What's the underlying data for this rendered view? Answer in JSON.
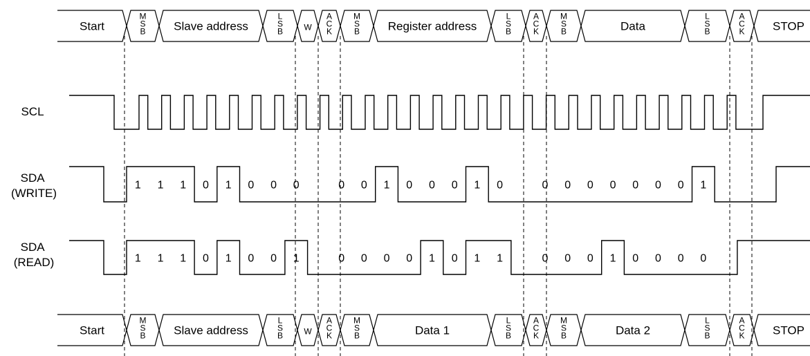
{
  "top_frame": [
    {
      "label": "Start",
      "kind": "text"
    },
    {
      "label": "MSB",
      "kind": "stack"
    },
    {
      "label": "Slave address",
      "kind": "text"
    },
    {
      "label": "LSB",
      "kind": "stack"
    },
    {
      "label": "W",
      "kind": "small"
    },
    {
      "label": "ACK",
      "kind": "stack"
    },
    {
      "label": "MSB",
      "kind": "stack"
    },
    {
      "label": "Register address",
      "kind": "text"
    },
    {
      "label": "LSB",
      "kind": "stack"
    },
    {
      "label": "ACK",
      "kind": "stack"
    },
    {
      "label": "MSB",
      "kind": "stack"
    },
    {
      "label": "Data",
      "kind": "text"
    },
    {
      "label": "LSB",
      "kind": "stack"
    },
    {
      "label": "ACK",
      "kind": "stack"
    },
    {
      "label": "STOP",
      "kind": "text"
    }
  ],
  "bottom_frame": [
    {
      "label": "Start",
      "kind": "text"
    },
    {
      "label": "MSB",
      "kind": "stack"
    },
    {
      "label": "Slave address",
      "kind": "text"
    },
    {
      "label": "LSB",
      "kind": "stack"
    },
    {
      "label": "W",
      "kind": "small"
    },
    {
      "label": "ACK",
      "kind": "stack"
    },
    {
      "label": "MSB",
      "kind": "stack"
    },
    {
      "label": "Data 1",
      "kind": "text"
    },
    {
      "label": "LSB",
      "kind": "stack"
    },
    {
      "label": "ACK",
      "kind": "stack"
    },
    {
      "label": "MSB",
      "kind": "stack"
    },
    {
      "label": "Data 2",
      "kind": "text"
    },
    {
      "label": "LSB",
      "kind": "stack"
    },
    {
      "label": "ACK",
      "kind": "stack"
    },
    {
      "label": "STOP",
      "kind": "text"
    }
  ],
  "signals": {
    "scl": {
      "label": "SCL"
    },
    "sda_write": {
      "label_lines": [
        "SDA",
        "(WRITE)"
      ],
      "bits": [
        "1",
        "1",
        "1",
        "0",
        "1",
        "0",
        "0",
        "0",
        "",
        "0",
        "0",
        "1",
        "0",
        "0",
        "0",
        "1",
        "0",
        "",
        "0",
        "0",
        "0",
        "0",
        "0",
        "0",
        "0",
        "1",
        ""
      ]
    },
    "sda_read": {
      "label_lines": [
        "SDA",
        "(READ)"
      ],
      "bits": [
        "1",
        "1",
        "1",
        "0",
        "1",
        "0",
        "0",
        "1",
        "",
        "0",
        "0",
        "0",
        "0",
        "1",
        "0",
        "1",
        "1",
        "",
        "0",
        "0",
        "0",
        "1",
        "0",
        "0",
        "0",
        "0",
        ""
      ]
    }
  }
}
